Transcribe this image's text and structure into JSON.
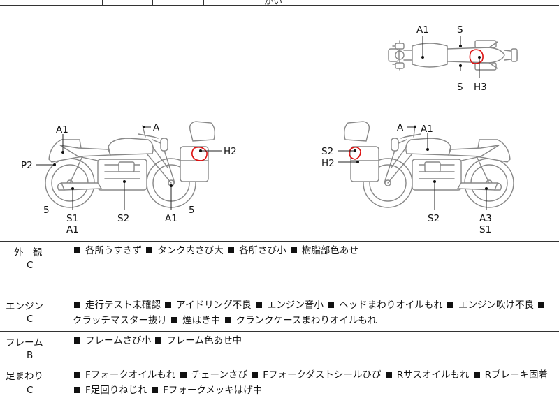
{
  "header_fragment": "がい",
  "diagram": {
    "labels_top_view": [
      {
        "text": "A1"
      },
      {
        "text": "S"
      },
      {
        "text": "S"
      },
      {
        "text": "H3"
      }
    ],
    "labels_left_view": [
      {
        "text": "A1"
      },
      {
        "text": "A"
      },
      {
        "text": "H2"
      },
      {
        "text": "P2"
      },
      {
        "text": "5"
      },
      {
        "text": "S1"
      },
      {
        "text": "A1"
      },
      {
        "text": "S2"
      },
      {
        "text": "A1"
      },
      {
        "text": "5"
      }
    ],
    "labels_right_view": [
      {
        "text": "A"
      },
      {
        "text": "A1"
      },
      {
        "text": "S2"
      },
      {
        "text": "H2"
      },
      {
        "text": "S2"
      },
      {
        "text": "A3"
      },
      {
        "text": "S1"
      }
    ]
  },
  "sections": [
    {
      "title": "外　観",
      "grade": "C",
      "items": [
        "各所うすきず",
        "タンク内さび大",
        "各所さび小",
        "樹脂部色あせ"
      ]
    },
    {
      "title": "エンジン",
      "grade": "C",
      "items": [
        "走行テスト未確認",
        "アイドリング不良",
        "エンジン音小",
        "ヘッドまわりオイルもれ",
        "エンジン吹け不良",
        "クラッチマスター抜け",
        "煙はき中",
        "クランクケースまわりオイルもれ"
      ]
    },
    {
      "title": "フレーム",
      "grade": "B",
      "items": [
        "フレームさび小",
        "フレーム色あせ中"
      ]
    },
    {
      "title": "足まわり",
      "grade": "C",
      "items": [
        "Fフォークオイルもれ",
        "チェーンさび",
        "Fフォークダストシールひび",
        "Rサスオイルもれ",
        "Rブレーキ固着",
        "F足回りねじれ",
        "Fフォークメッキはげ中"
      ]
    }
  ]
}
